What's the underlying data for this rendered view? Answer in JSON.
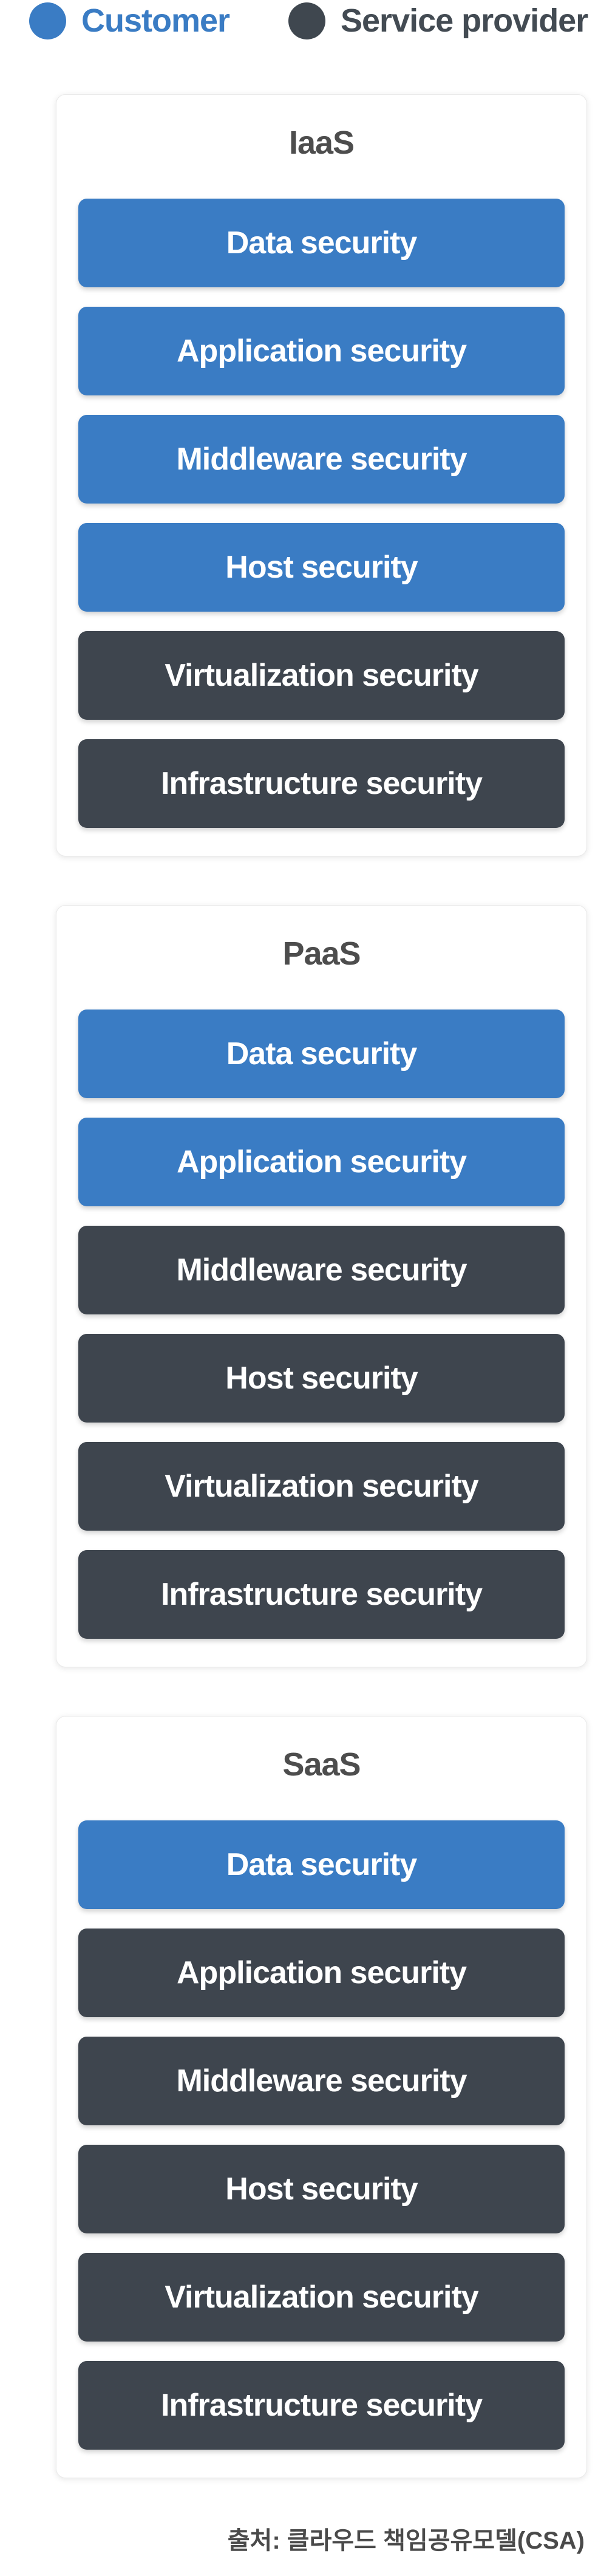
{
  "colors": {
    "customer": "#3a7cc4",
    "provider": "#3e454e",
    "provider-dot": "#3f474f",
    "provider-text": "#434b53",
    "title": "#4d4d4d",
    "caption": "#4a4a4a"
  },
  "legend": {
    "customer": {
      "label": "Customer",
      "color": "#3a7cc4"
    },
    "provider": {
      "label": "Service provider",
      "color": "#3f474f"
    }
  },
  "panels": [
    {
      "title": "IaaS",
      "rows": [
        {
          "label": "Data security",
          "owner": "customer"
        },
        {
          "label": "Application security",
          "owner": "customer"
        },
        {
          "label": "Middleware security",
          "owner": "customer"
        },
        {
          "label": "Host security",
          "owner": "customer"
        },
        {
          "label": "Virtualization security",
          "owner": "provider"
        },
        {
          "label": "Infrastructure security",
          "owner": "provider"
        }
      ]
    },
    {
      "title": "PaaS",
      "rows": [
        {
          "label": "Data security",
          "owner": "customer"
        },
        {
          "label": "Application security",
          "owner": "customer"
        },
        {
          "label": "Middleware security",
          "owner": "provider"
        },
        {
          "label": "Host security",
          "owner": "provider"
        },
        {
          "label": "Virtualization security",
          "owner": "provider"
        },
        {
          "label": "Infrastructure security",
          "owner": "provider"
        }
      ]
    },
    {
      "title": "SaaS",
      "rows": [
        {
          "label": "Data security",
          "owner": "customer"
        },
        {
          "label": "Application security",
          "owner": "provider"
        },
        {
          "label": "Middleware security",
          "owner": "provider"
        },
        {
          "label": "Host security",
          "owner": "provider"
        },
        {
          "label": "Virtualization security",
          "owner": "provider"
        },
        {
          "label": "Infrastructure security",
          "owner": "provider"
        }
      ]
    }
  ],
  "caption": "출처: 클라우드 책임공유모델(CSA)"
}
